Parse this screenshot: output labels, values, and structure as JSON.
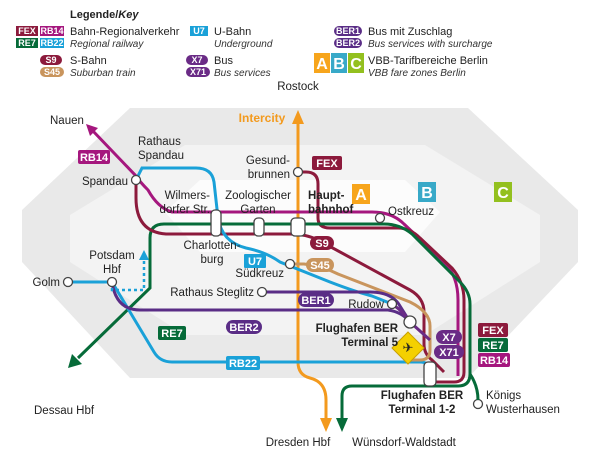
{
  "legend": {
    "title_de": "Legende/",
    "title_en": "Key",
    "regional": {
      "badges": [
        "FEX",
        "RB14",
        "RE7",
        "RB22"
      ],
      "label_de": "Bahn-Regionalverkehr",
      "label_en": "Regional railway"
    },
    "sbahn": {
      "badges": [
        "S9",
        "S45"
      ],
      "label_de": "S-Bahn",
      "label_en": "Suburban train"
    },
    "ubahn": {
      "badges": [
        "U7"
      ],
      "label_de": "U-Bahn",
      "label_en": "Underground"
    },
    "bus": {
      "badges": [
        "X7",
        "X71"
      ],
      "label_de": "Bus",
      "label_en": "Bus services"
    },
    "bus_surcharge": {
      "badges": [
        "BER1",
        "BER2"
      ],
      "label_de": "Bus mit Zuschlag",
      "label_en": "Bus services with surcharge"
    },
    "zones": {
      "letters": [
        "A",
        "B",
        "C"
      ],
      "label_de": "VBB-Tarifbereiche Berlin",
      "label_en": "VBB fare zones Berlin"
    }
  },
  "zones": {
    "a": "A",
    "b": "B",
    "c": "C"
  },
  "stations": {
    "rostock": "Rostock",
    "intercity": "Intercity",
    "nauen": "Nauen",
    "rathaus_spandau": [
      "Rathaus",
      "Spandau"
    ],
    "spandau": "Spandau",
    "gesundbrunnen": [
      "Gesund-",
      "brunnen"
    ],
    "wilmersdorfer": [
      "Wilmers-",
      "dorfer Str."
    ],
    "zoo": [
      "Zoologischer",
      "Garten"
    ],
    "hbf": [
      "Haupt-",
      "bahnhof"
    ],
    "ostkreuz": "Ostkreuz",
    "charlottenburg": [
      "Charlotten-",
      "burg"
    ],
    "suedkreuz": "Südkreuz",
    "golm": "Golm",
    "potsdam": [
      "Potsdam",
      "Hbf"
    ],
    "steglitz": "Rathaus Steglitz",
    "rudow": "Rudow",
    "ber5": [
      "Flughafen BER",
      "Terminal 5"
    ],
    "ber12": [
      "Flughafen BER",
      "Terminal 1-2"
    ],
    "koenigs": [
      "Königs",
      "Wusterhausen"
    ],
    "dessau": "Dessau Hbf",
    "dresden": "Dresden Hbf",
    "wuensdorf": "Wünsdorf-Waldstadt"
  },
  "line_badges": {
    "rb14": "RB14",
    "fex": "FEX",
    "s9": "S9",
    "u7": "U7",
    "s45": "S45",
    "ber1": "BER1",
    "ber2": "BER2",
    "re7": "RE7",
    "rb22": "RB22",
    "x7": "X7",
    "x71": "X71",
    "right_fex": "FEX",
    "right_re7": "RE7",
    "right_rb14": "RB14"
  },
  "colors": {
    "fex": "#8c1a3c",
    "rb14": "#a5177e",
    "re7": "#066b39",
    "rb22": "#1aa1d8",
    "s9": "#8c1a3c",
    "s45": "#c9955d",
    "u7": "#1aa1d8",
    "bus_x": "#6a2b86",
    "ber": "#5a2d86",
    "intercity": "#f39a1e",
    "zone_a": "#f7a51c",
    "zone_b": "#38a9c8",
    "zone_c": "#93c01f",
    "zone_bg_c": "#e8e8e8",
    "zone_bg_b": "#f2f2f2",
    "zone_bg_a": "#fbfbfb",
    "airport": "#f4d000"
  }
}
